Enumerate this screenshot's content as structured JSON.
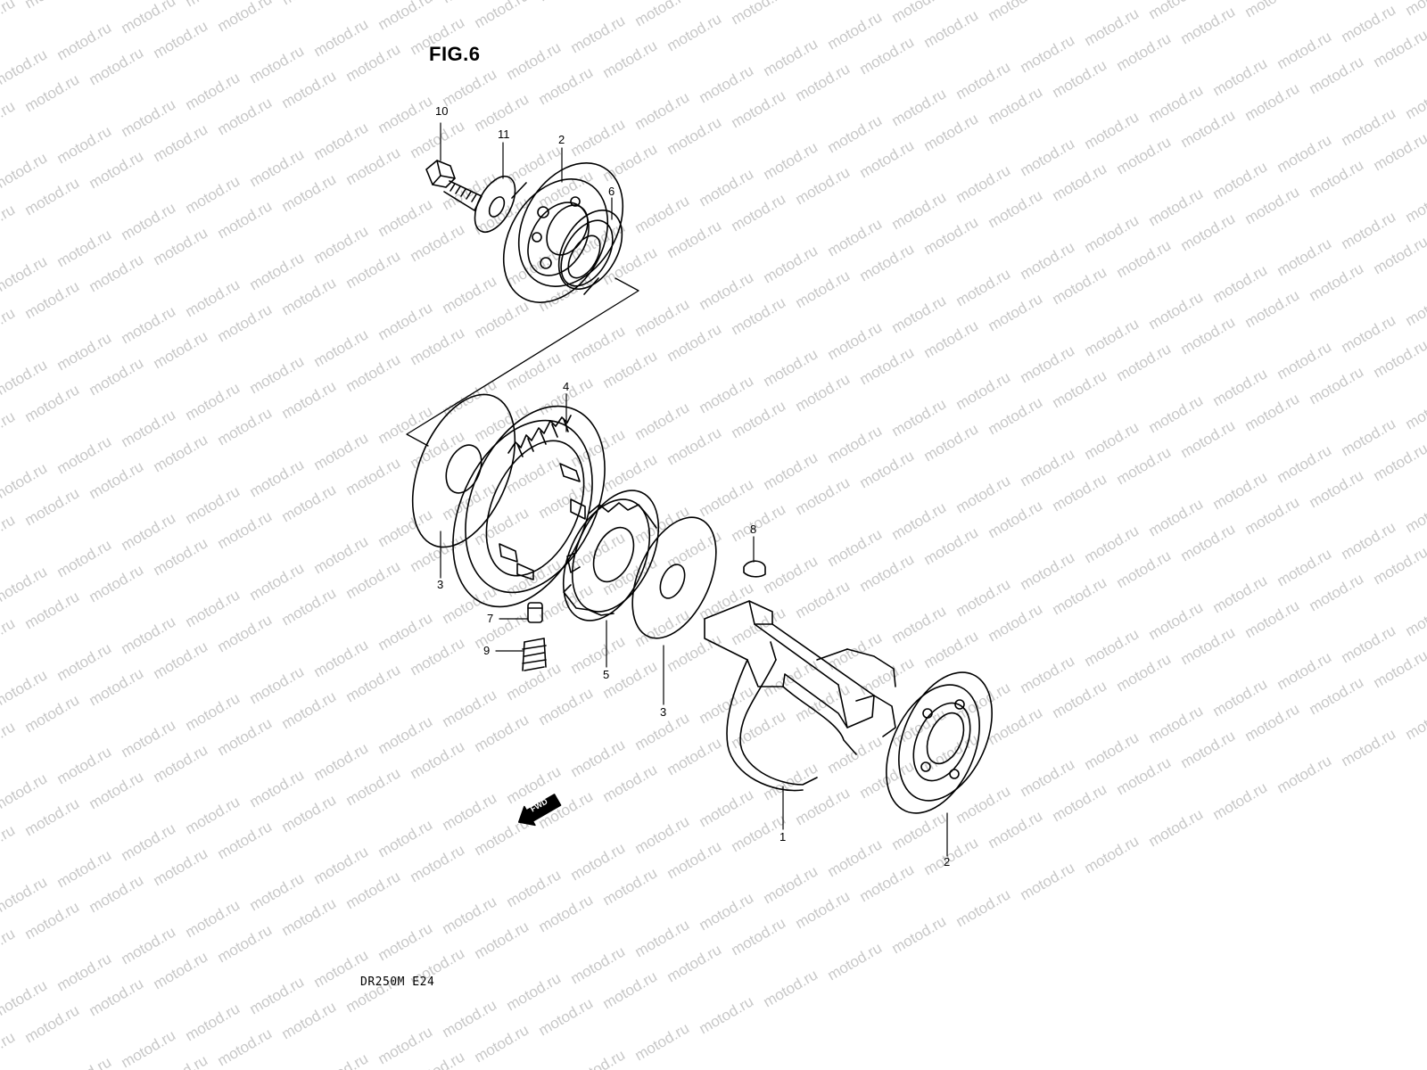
{
  "figure": {
    "title": "FIG.6",
    "model_code": "DR250M E24"
  },
  "watermark": {
    "text": "motod.ru",
    "color": "#c8c8c8"
  },
  "fwd_badge": {
    "text": "FWD"
  },
  "callouts": {
    "c10": "10",
    "c11": "11",
    "c2a": "2",
    "c6": "6",
    "c4": "4",
    "c3a": "3",
    "c8": "8",
    "c7": "7",
    "c9": "9",
    "c5": "5",
    "c3b": "3",
    "c1": "1",
    "c2b": "2"
  },
  "colors": {
    "line": "#000000",
    "background": "#ffffff"
  }
}
